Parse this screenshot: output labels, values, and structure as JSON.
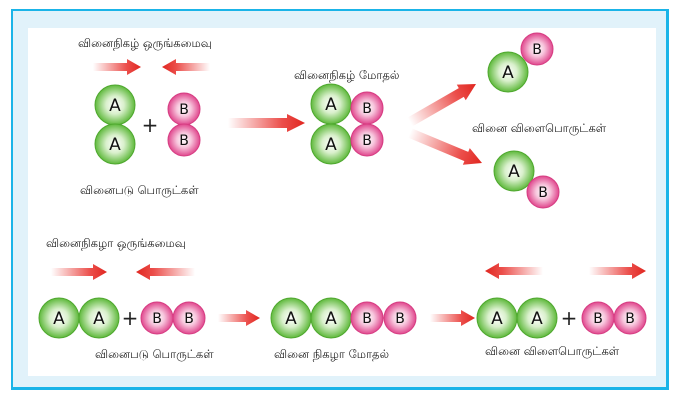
{
  "colors": {
    "border": "#1ab4e8",
    "frame_bg": "#e1f2fa",
    "arrow": "#e8302c",
    "molecule_a": "#6cc04a",
    "molecule_b": "#e85a9a"
  },
  "top": {
    "orientation_label": "வினைநிகழ் ஒருங்கமைவு",
    "collision_label": "வினைநிகழ் மோதல்",
    "reactants_label": "வினைபடு பொருட்கள்",
    "products_label": "வினை விளைபொருட்கள்",
    "plus": "+"
  },
  "bottom": {
    "orientation_label": "வினைநிகழா ஒருங்கமைவு",
    "reactants_label": "வினைபடு பொருட்கள்",
    "collision_label": "வினை நிகழா மோதல்",
    "products_label": "வினை விளைபொருட்கள்",
    "plus_left": "+",
    "plus_right": "+"
  },
  "molecules": {
    "a_label": "A",
    "b_label": "B"
  }
}
